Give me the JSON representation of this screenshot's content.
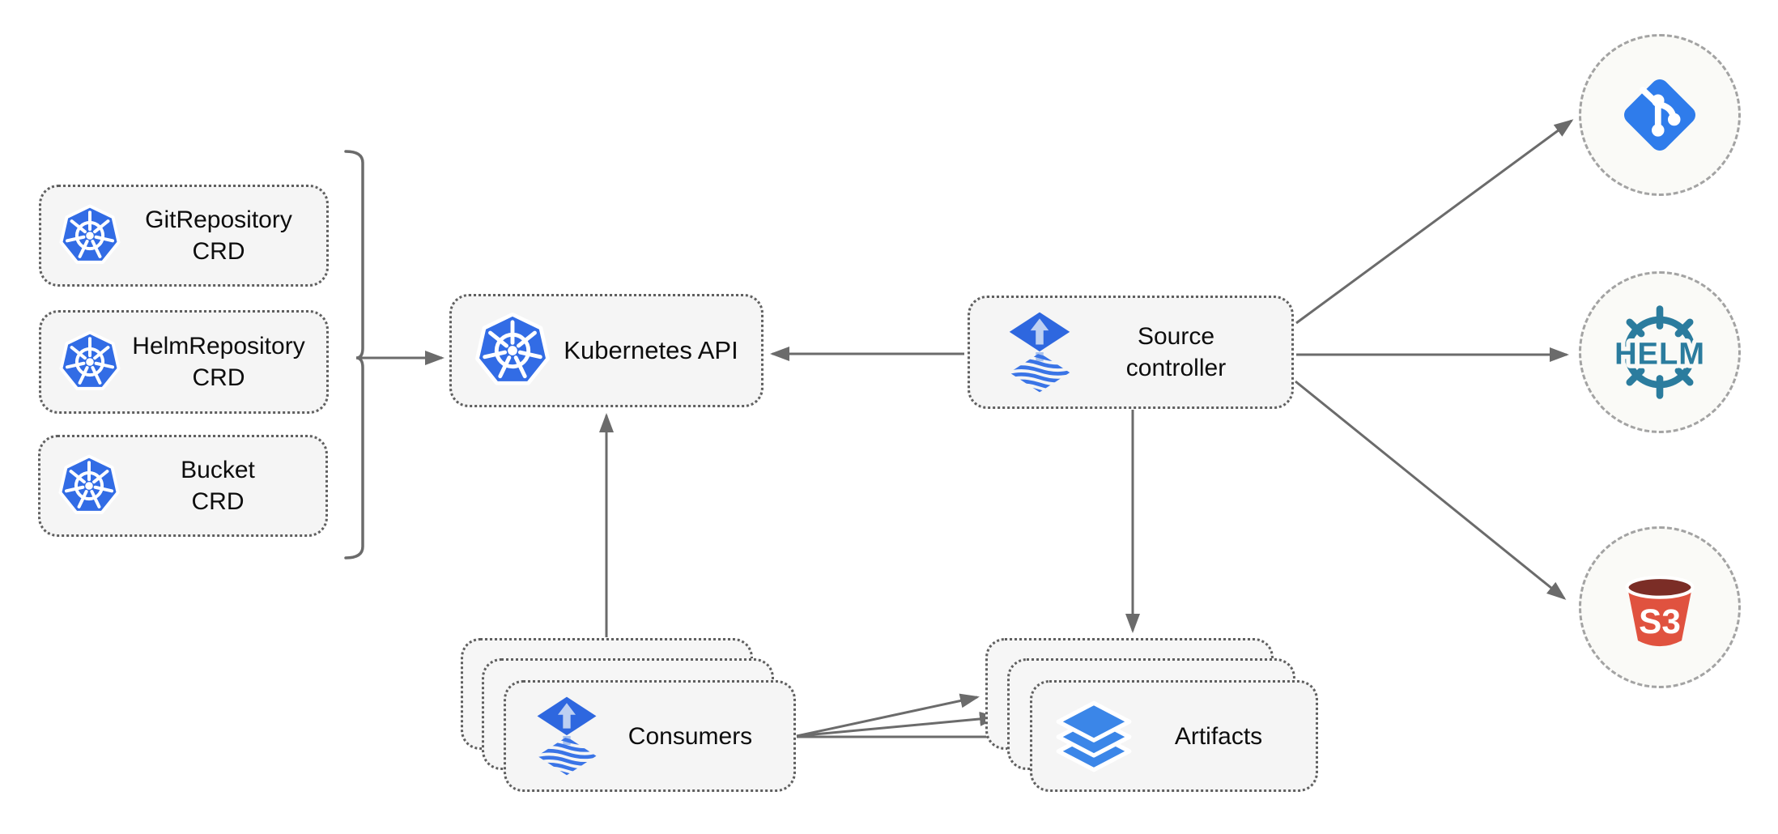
{
  "diagram": {
    "crd_group": [
      {
        "line1": "GitRepository",
        "line2": "CRD"
      },
      {
        "line1": "HelmRepository",
        "line2": "CRD"
      },
      {
        "line1": "Bucket",
        "line2": "CRD"
      }
    ],
    "kubernetes_api_label": "Kubernetes API",
    "source_controller": {
      "line1": "Source",
      "line2": "controller"
    },
    "consumers_label": "Consumers",
    "artifacts_label": "Artifacts",
    "helm_label": "HELM",
    "s3_label": "S3",
    "icons": {
      "kubernetes": "kubernetes-ship-wheel-heptagon",
      "flux": "flux-diamond-up-arrow",
      "git": "git-branch-diamond",
      "helm": "helm-ship-wheel",
      "s3": "s3-bucket",
      "artifacts": "stacked-layers"
    },
    "colors": {
      "kubernetes_blue": "#326ce5",
      "flux_blue": "#2e67df",
      "git_blue": "#2f7ceb",
      "helm_teal": "#2b7c9e",
      "s3_red": "#e0523f",
      "s3_dark": "#7b2d26",
      "layers_blue": "#3b86e8",
      "connector_gray": "#6b6b6b",
      "node_fill": "#f5f5f5"
    },
    "edges": [
      "crd-group -> kubernetes-api",
      "source-controller -> kubernetes-api",
      "source-controller -> git-source",
      "source-controller -> helm-source",
      "source-controller -> s3-source",
      "source-controller -> artifacts",
      "consumers -> kubernetes-api",
      "consumers -> artifacts",
      "consumers -> artifacts",
      "consumers -> artifacts"
    ]
  }
}
